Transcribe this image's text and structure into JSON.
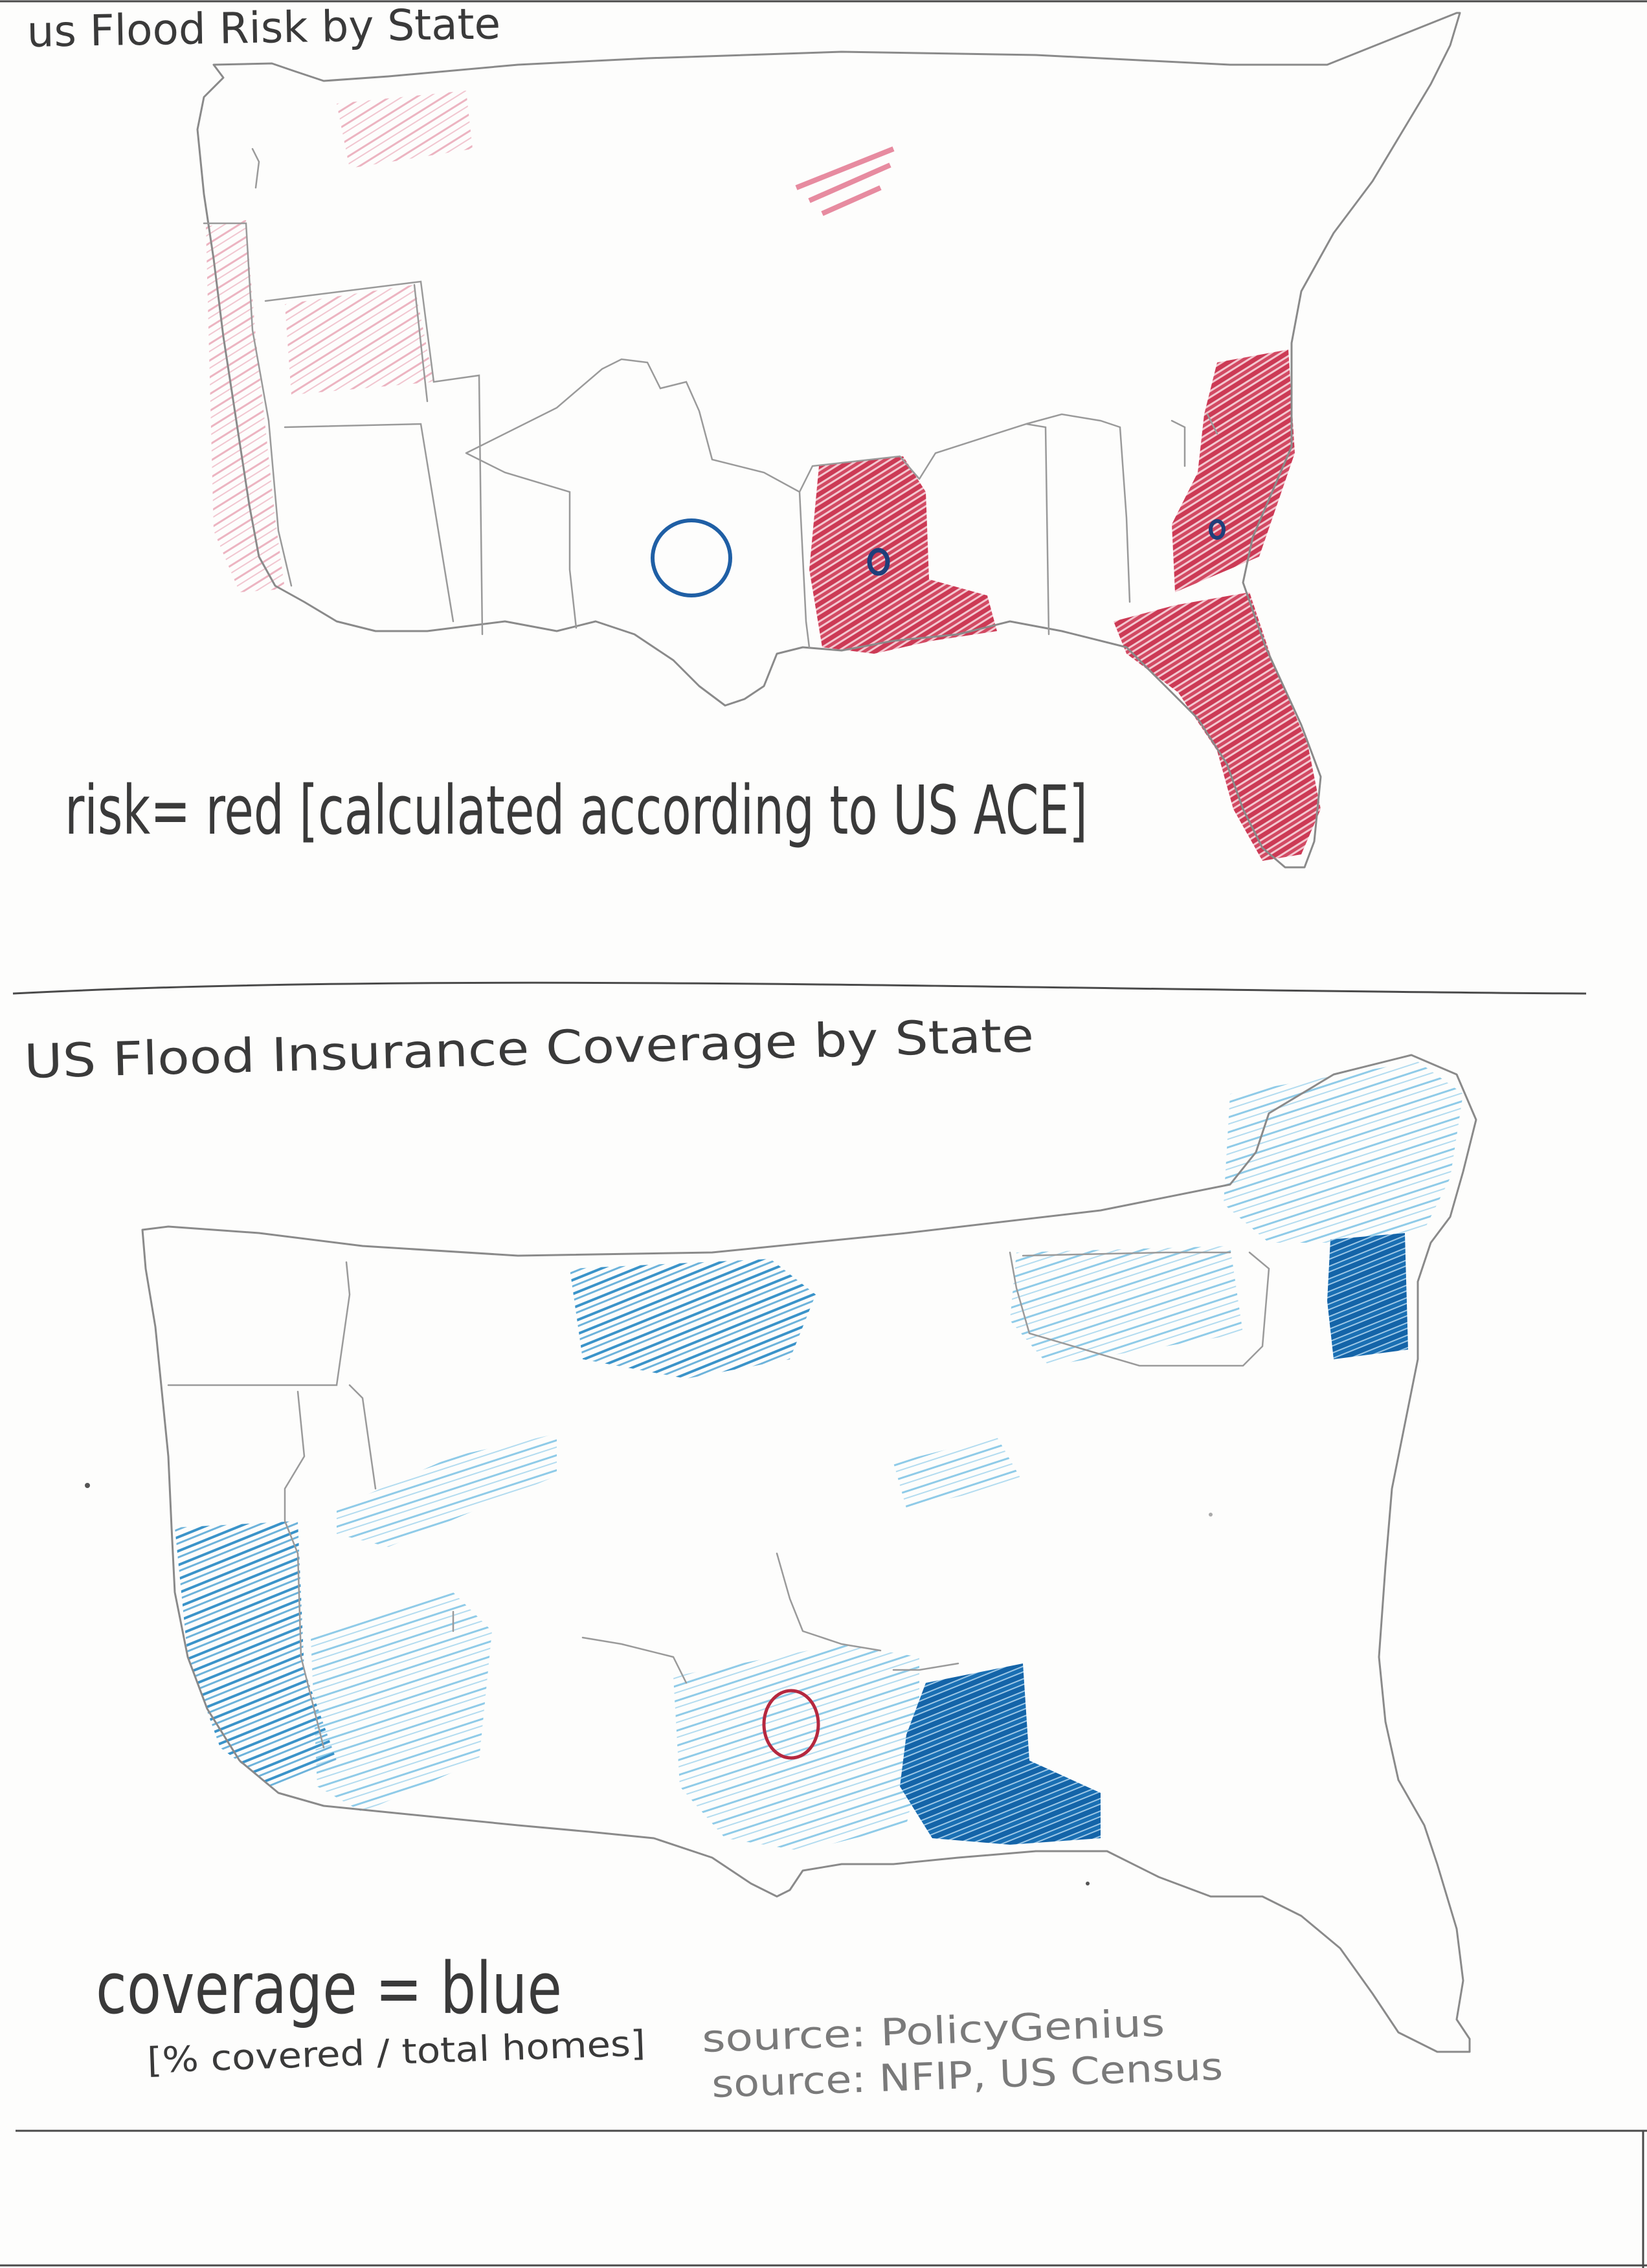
{
  "risk_map": {
    "title": "us Flood Risk by State",
    "legend": "risk= red [calculated according to US ACE]"
  },
  "coverage_map": {
    "title": "US Flood Insurance Coverage by State",
    "legend_main": "coverage = blue",
    "legend_sub": "[% covered / total homes]",
    "source_1": "source: PolicyGenius",
    "source_2": "source: NFIP, US Census"
  },
  "colors": {
    "risk_red": "#cc3a55",
    "risk_red_light": "#e8a6b4",
    "coverage_blue_dark": "#1464a8",
    "coverage_blue_light": "#7cc0e2",
    "pencil": "#8a8a8a",
    "ink": "#3a3a3a"
  }
}
